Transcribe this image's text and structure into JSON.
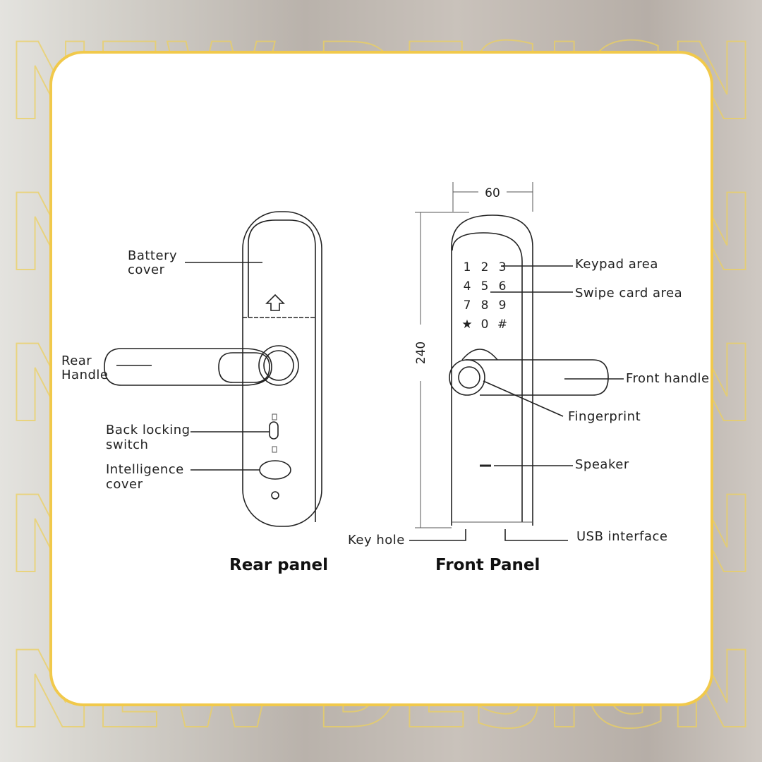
{
  "watermark": "NEW DESIGN",
  "rear_panel": {
    "title": "Rear panel",
    "labels": {
      "battery_cover_1": "Battery",
      "battery_cover_2": "cover",
      "rear_handle_1": "Rear",
      "rear_handle_2": "Handle",
      "back_locking_1": "Back locking",
      "back_locking_2": "switch",
      "intelligence_1": "Intelligence",
      "intelligence_2": "cover",
      "key_hole": "Key hole"
    }
  },
  "front_panel": {
    "title": "Front Panel",
    "dimensions": {
      "width": "60",
      "height": "240"
    },
    "keypad": [
      "1",
      "2",
      "3",
      "4",
      "5",
      "6",
      "7",
      "8",
      "9",
      "★",
      "0",
      "#"
    ],
    "labels": {
      "keypad_area": "Keypad area",
      "swipe_card_area": "Swipe card area",
      "front_handle": "Front handle",
      "fingerprint": "Fingerprint",
      "speaker": "Speaker",
      "usb_interface": "USB interface"
    }
  },
  "colors": {
    "accent": "#f1c94b"
  }
}
